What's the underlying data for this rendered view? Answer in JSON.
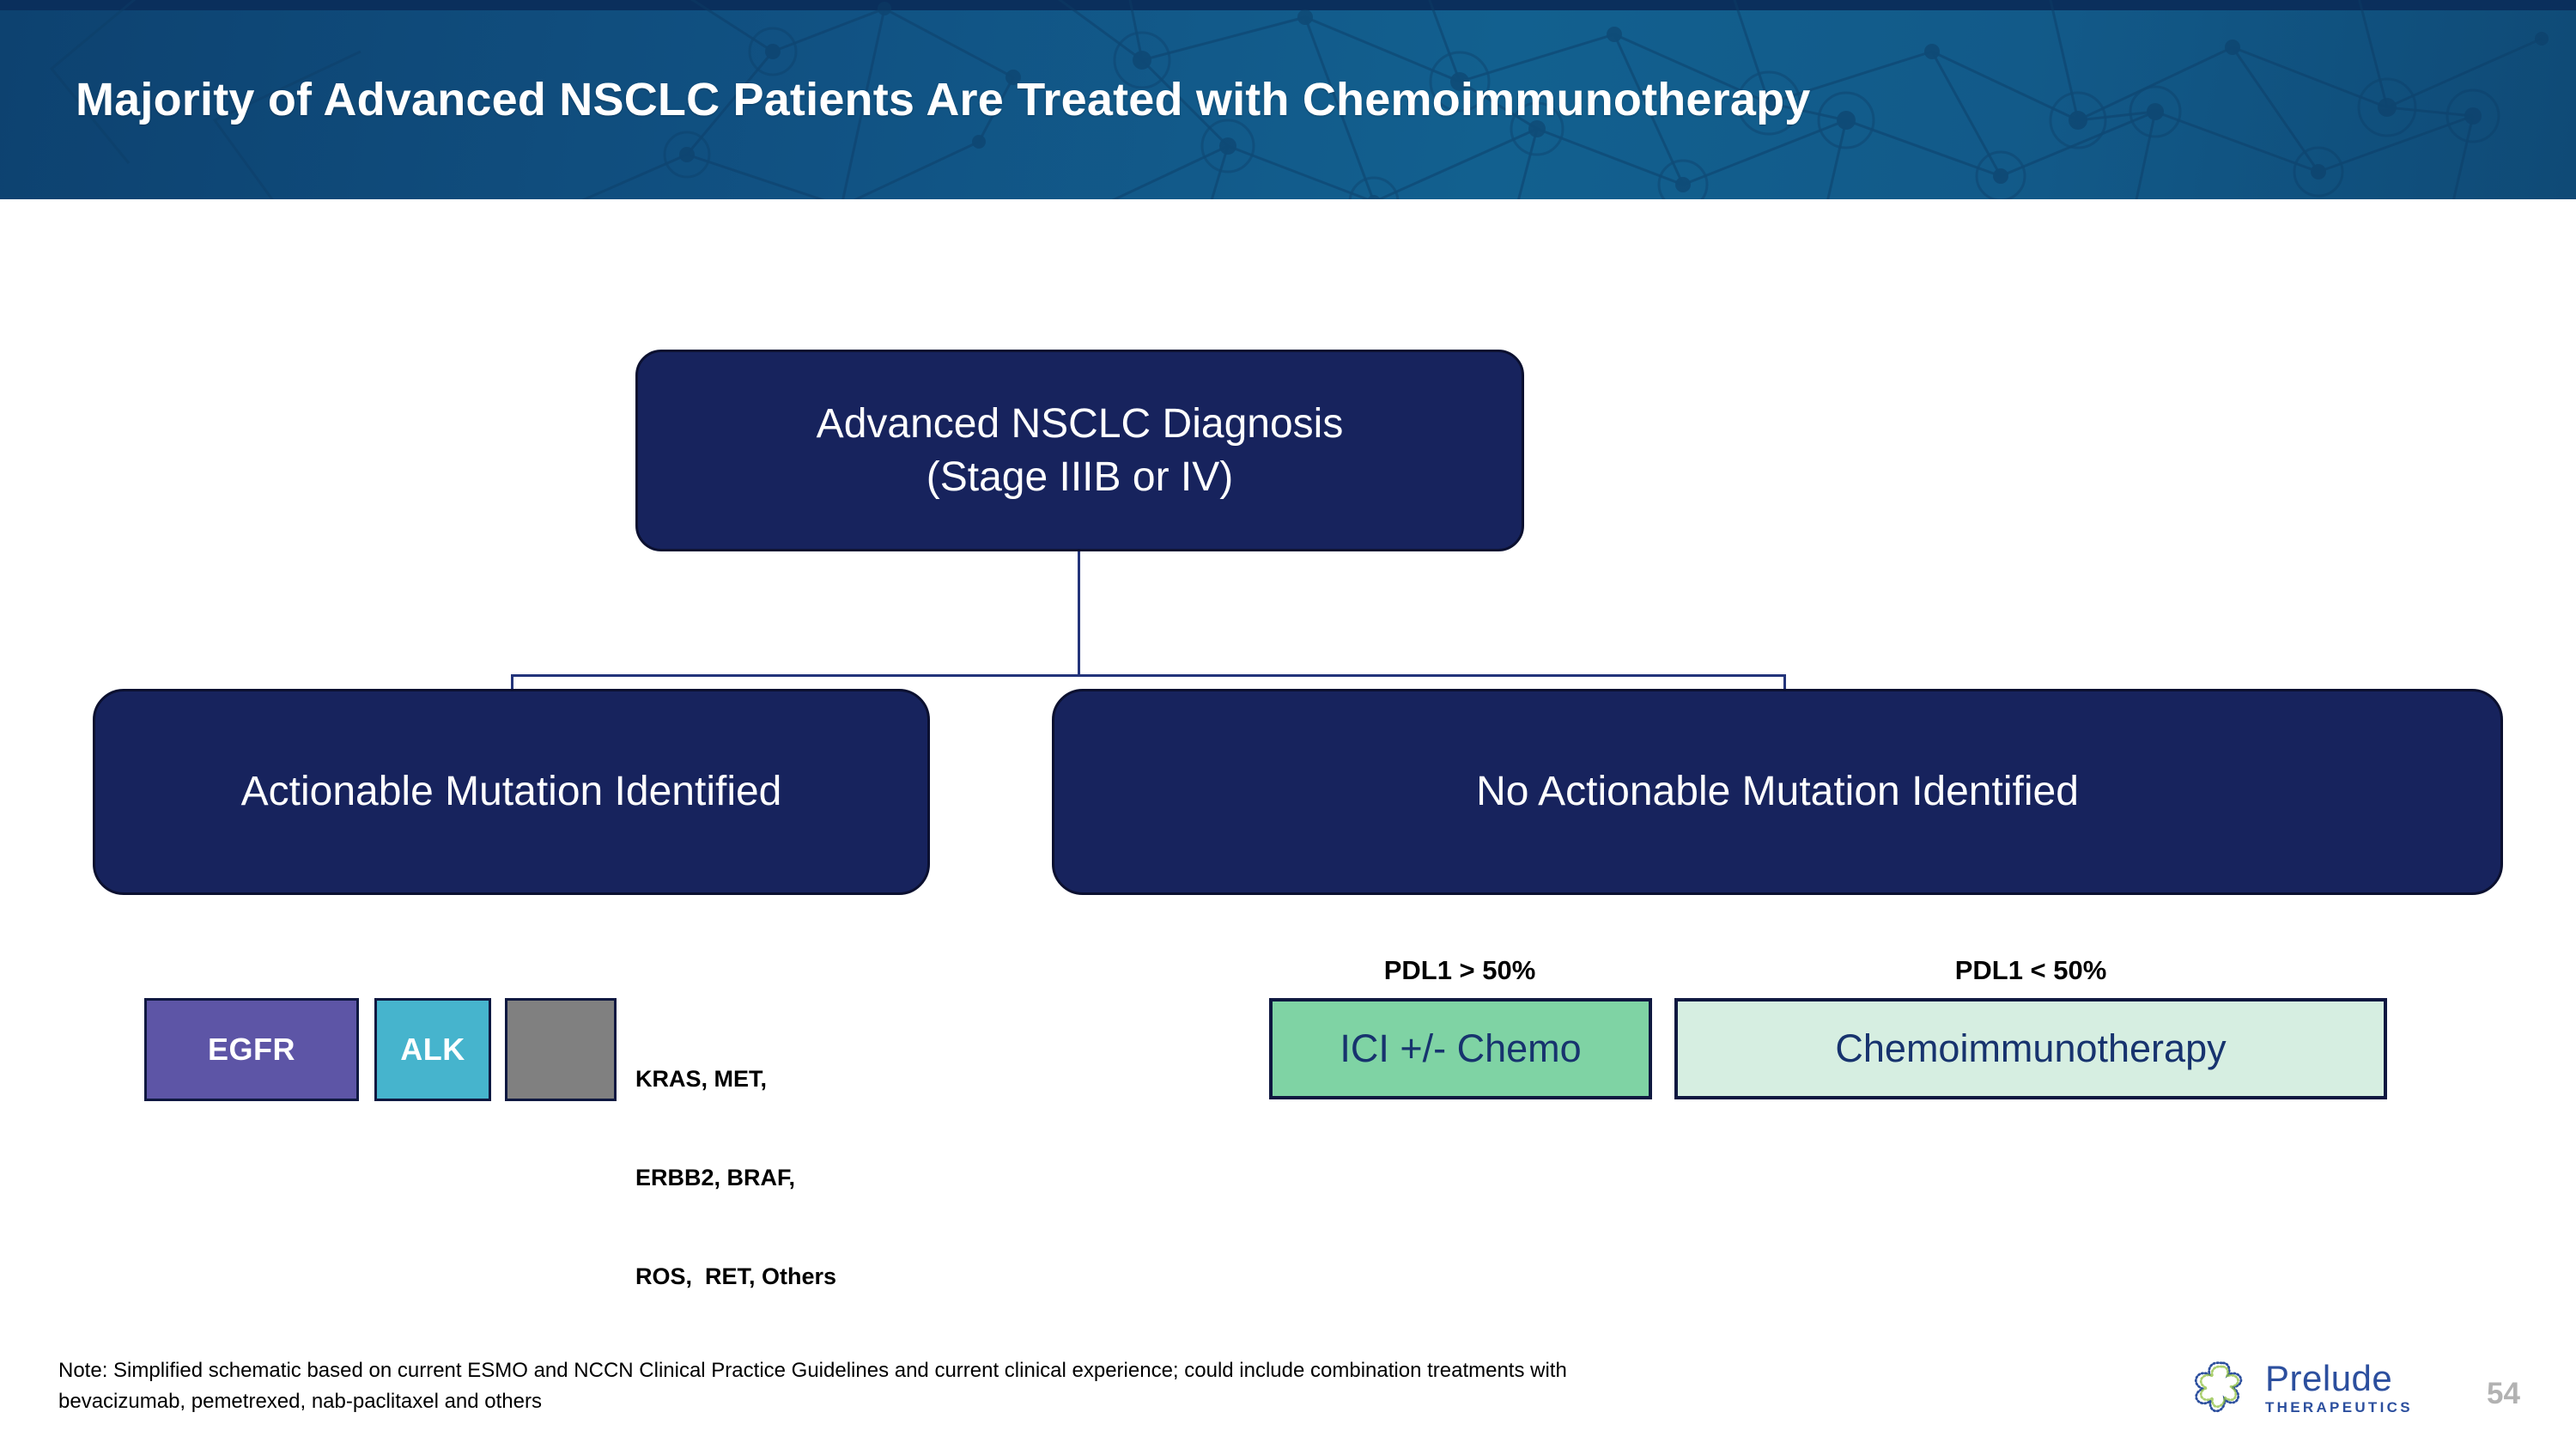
{
  "header": {
    "title": "Majority of Advanced NSCLC Patients Are Treated with Chemoimmunotherapy",
    "band_color": "#12608f",
    "top_strip_color": "#0a2f5c",
    "title_color": "#ffffff"
  },
  "diagram": {
    "node_fill": "#17235d",
    "node_border": "#0b1030",
    "connector_color": "#23347a",
    "diagnosis": {
      "line1": "Advanced NSCLC Diagnosis",
      "line2": "(Stage IIIB or IV)"
    },
    "branch_left": {
      "label": "Actionable Mutation Identified"
    },
    "branch_right": {
      "label": "No Actionable Mutation Identified"
    }
  },
  "mutations": {
    "chips": [
      {
        "label": "EGFR",
        "color": "#5d55a6"
      },
      {
        "label": "ALK",
        "color": "#46b4cd"
      },
      {
        "label": "",
        "color": "#808080"
      }
    ],
    "other_mutations_line1": "KRAS, MET,",
    "other_mutations_line2": "ERBB2, BRAF,",
    "other_mutations_line3": "ROS,  RET, Others"
  },
  "treatments": {
    "high": {
      "pdl1_label": "PDL1 > 50%",
      "box_label": "ICI +/- Chemo",
      "box_color": "#7fd3a4",
      "text_color": "#17336e"
    },
    "low": {
      "pdl1_label": "PDL1 < 50%",
      "box_label": "Chemoimmunotherapy",
      "box_color": "#d6eee1",
      "text_color": "#17336e"
    }
  },
  "footer": {
    "note_line1": "Note:  Simplified schematic based on current ESMO and NCCN Clinical Practice Guidelines and current clinical experience; could include combination treatments with",
    "note_line2": "bevacizumab, pemetrexed, nab-paclitaxel and others",
    "logo_name": "Prelude",
    "logo_sub": "THERAPEUTICS",
    "logo_color": "#2c4f9e",
    "page_number": "54"
  }
}
